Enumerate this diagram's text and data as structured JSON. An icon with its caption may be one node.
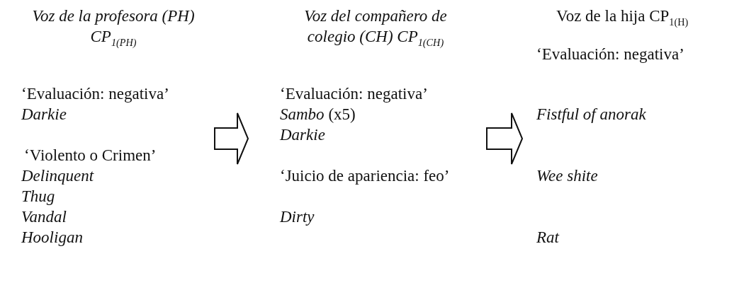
{
  "diagram": {
    "nodes": [
      {
        "text": [
          "Voz de la profesora (PH) CP$_{1(PH)}$",
          "‘Evaluación: negativa’",
          "Darkie",
          "‘Violento o Crimen’",
          "Delinquent",
          "Thug",
          "Vandal",
          "Hooligan"
        ]
      },
      {
        "text": [
          "Voz del compañero de colegio (CH) CP$_{1(CH)}$",
          "‘Evaluación: negativa’",
          "*Sambo* (x5)",
          "Darkie",
          "‘Juicio de apariencia: feo’",
          "Dirty"
        ]
      },
      {
        "text": [
          "Voz de la hija CP$_{1(H)}$",
          "‘Evaluación: negativa’",
          "Fistful of anorak",
          "Wee shite",
          "Rat"
        ]
      }
    ],
    "edges": [
      {
        "from": 0,
        "to": 1,
        "arrow": "to"
      },
      {
        "from": 1,
        "to": 2,
        "arrow": "to"
      }
    ]
  }
}
